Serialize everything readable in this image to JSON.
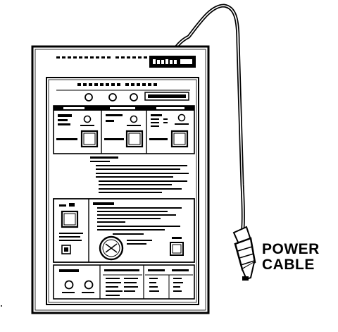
{
  "figure": {
    "device": "transmission-tester",
    "callouts": [
      {
        "id": "power-cable",
        "lines": [
          "POWER",
          "CABLE"
        ]
      }
    ]
  }
}
